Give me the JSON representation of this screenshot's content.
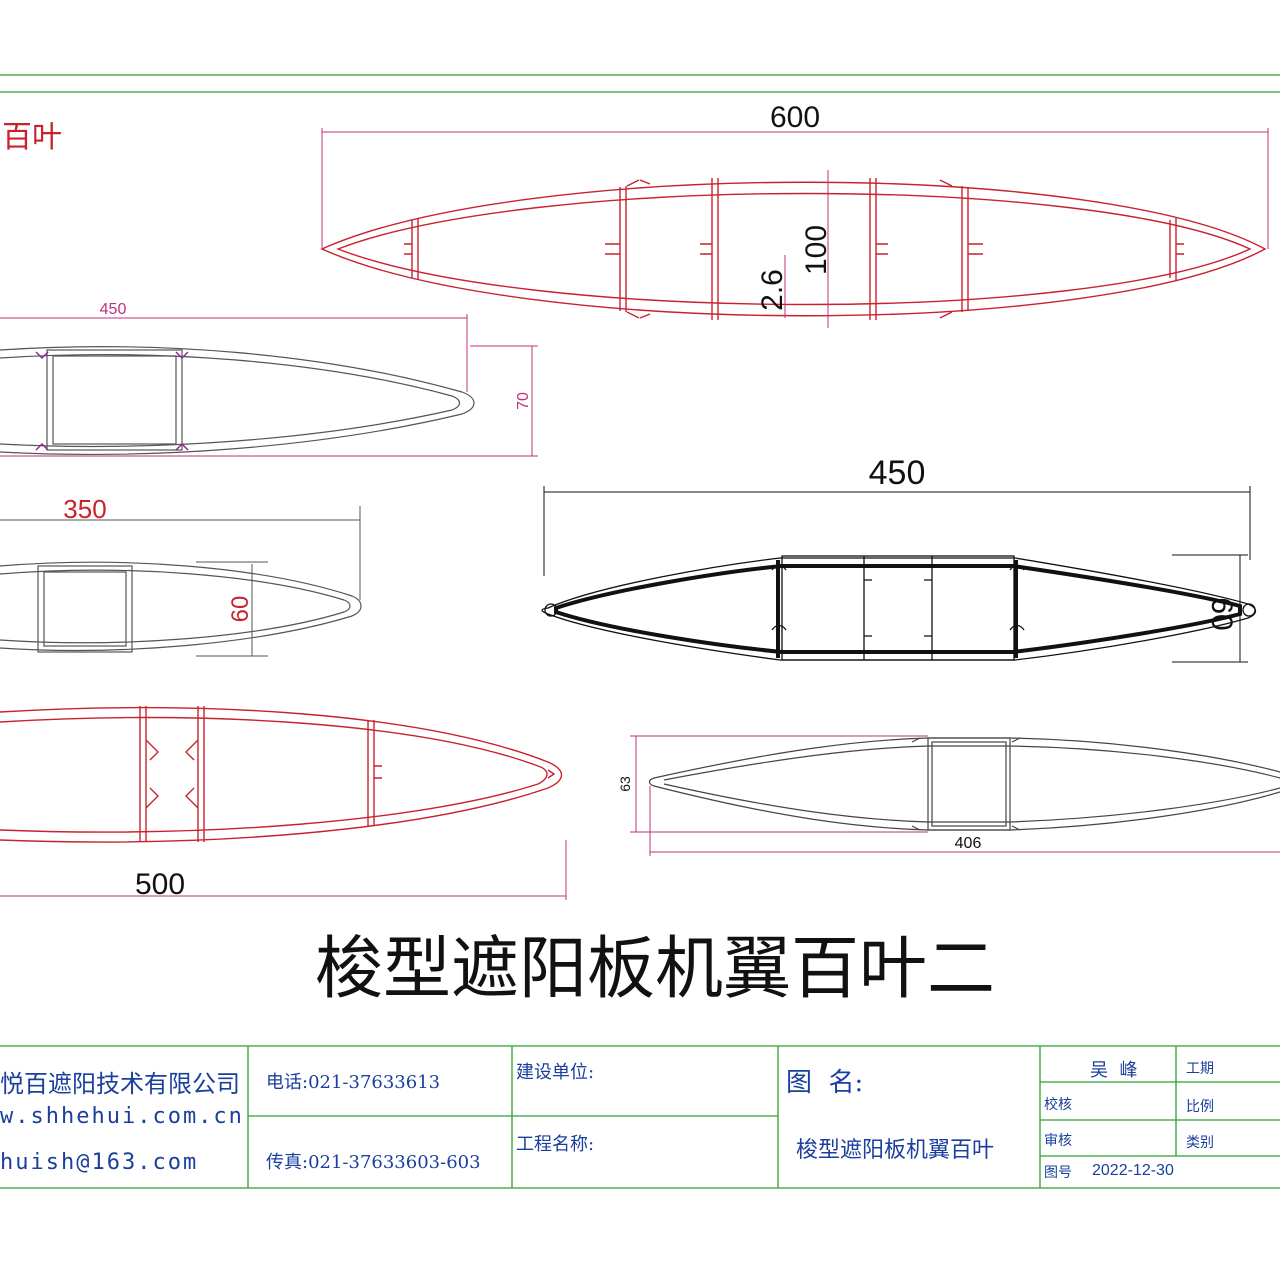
{
  "page_title_fragment": "百叶",
  "profiles": {
    "p600": {
      "width": "600",
      "height": "100",
      "wall": "2.6"
    },
    "p450a": {
      "width": "450",
      "height": "70"
    },
    "p350": {
      "width": "350",
      "height": "60"
    },
    "p450b": {
      "width": "450",
      "height": "60"
    },
    "p500": {
      "width": "500"
    },
    "p406": {
      "width": "406",
      "height": "63"
    }
  },
  "drawing_title": "梭型遮阳板机翼百叶二",
  "title_block": {
    "company": "悦百遮阳技术有限公司",
    "website": "w.shhehui.com.cn",
    "email": "huish@163.com",
    "phone": "电话:021-37633613",
    "fax": "传真:021-37633603-603",
    "build_unit_label": "建设单位:",
    "project_name_label": "工程名称:",
    "drawing_name_label": "图  名:",
    "drawing_name_value": "梭型遮阳板机翼百叶",
    "designer": "吴  峰",
    "row_labels": [
      "校核",
      "审核",
      "图号"
    ],
    "right_labels": [
      "工期",
      "比例",
      "类别"
    ],
    "date": "2022-12-30"
  },
  "colors": {
    "border_green": "#2ea12e",
    "profile_red": "#c8222e",
    "dim_magenta": "#c0307a",
    "ink_black": "#111111",
    "cad_blue": "#1a3f9c"
  }
}
